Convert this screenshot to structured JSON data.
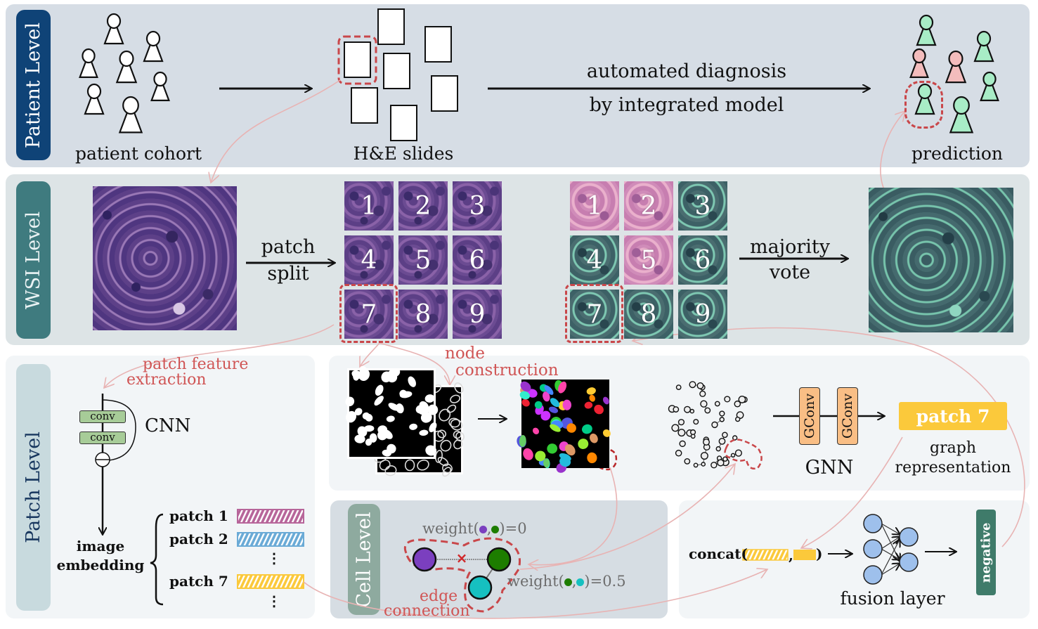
{
  "levels": {
    "patient": "Patient Level",
    "wsi": "WSI Level",
    "patch": "Patch Level",
    "cell": "Cell Level"
  },
  "patient_row": {
    "cohort_label": "patient cohort",
    "slides_label": "H&E slides",
    "diagnosis_line1": "automated diagnosis",
    "diagnosis_line2": "by integrated model",
    "prediction_label": "prediction",
    "colors": {
      "positive": "#f3bcbc",
      "negative": "#a8ecc6",
      "highlight": "#c9474a"
    }
  },
  "wsi_row": {
    "split_line1": "patch",
    "split_line2": "split",
    "vote_line1": "majority",
    "vote_line2": "vote",
    "patch_numbers": [
      "1",
      "2",
      "3",
      "4",
      "5",
      "6",
      "7",
      "8",
      "9"
    ],
    "patch_predictions": [
      "positive",
      "positive",
      "negative",
      "negative",
      "positive",
      "negative",
      "negative",
      "negative",
      "negative"
    ],
    "highlighted_patch": "7"
  },
  "patch_level": {
    "annotation_line1": "patch feature",
    "annotation_line2": "extraction",
    "conv_labels": [
      "conv",
      "conv"
    ],
    "cnn_label": "CNN",
    "embedding_line1": "image",
    "embedding_line2": "embedding",
    "embeddings": [
      {
        "label": "patch 1",
        "color": "#b7659a"
      },
      {
        "label": "patch 2",
        "color": "#6aaad6"
      },
      {
        "label": "patch 7",
        "color": "#fbc93b"
      }
    ],
    "ellipsis": "⋮"
  },
  "graph_row": {
    "annotation_line1": "node",
    "annotation_line2": "construction",
    "gconv_labels": [
      "GConv",
      "GConv"
    ],
    "gnn_label": "GNN",
    "output_box": "patch 7",
    "output_line1": "graph",
    "output_line2": "representation"
  },
  "cell_level": {
    "weight_zero": [
      "weight(",
      ",",
      ")=0"
    ],
    "weight_half": [
      "weight(",
      ",",
      ")=0.5"
    ],
    "annotation_line1": "edge",
    "annotation_line2": "connection",
    "node_colors": {
      "purple": "#7b3fbf",
      "green": "#1d7d00",
      "cyan": "#16c0c0"
    }
  },
  "fusion": {
    "concat_prefix": "concat(",
    "concat_sep": ",",
    "concat_suffix": ")",
    "fusion_label": "fusion layer",
    "result": "negative"
  }
}
